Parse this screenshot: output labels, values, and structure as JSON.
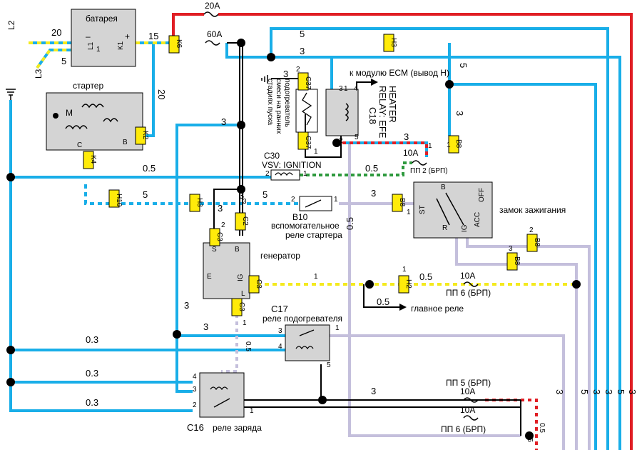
{
  "components": {
    "battery": {
      "label": "батарея",
      "minus": "–",
      "plus": "+",
      "l1": "L1",
      "k1": "K1"
    },
    "starter": {
      "label": "стартер",
      "m": "M",
      "b": "B",
      "c": "C"
    },
    "generator": {
      "label": "генератор",
      "b": "B",
      "s": "S",
      "e": "E",
      "ig": "IG",
      "l": "L"
    },
    "ignition_switch": {
      "label": "замок зажигания",
      "off": "OFF",
      "b": "B",
      "acc": "ACC",
      "ig": "IG",
      "st": "ST",
      "r": "R"
    },
    "relay_heater": {
      "code": "C18",
      "label1": "RELAY: EFE",
      "label2": "HEATER"
    },
    "heater_element": {
      "label1": "подогреватель",
      "label2": "смеси на ранних",
      "label3": "стадиях пуска"
    },
    "vsv": {
      "code": "C30",
      "label": "VSV: IGNITION"
    },
    "aux_starter_relay": {
      "code": "B10",
      "label1": "вспомогательное",
      "label2": "реле стартера"
    },
    "preheat_relay": {
      "code": "C17",
      "label": "реле подогревателя"
    },
    "charge_relay": {
      "code": "C16",
      "label": "реле заряда"
    },
    "main_relay": {
      "label": "главное реле"
    },
    "ecm_note": {
      "label": "к модулю ECM (вывод H)"
    },
    "ground_l2": "L2",
    "ground_l3": "L3"
  },
  "fuses": {
    "f20a": "20A",
    "f60a": "60A",
    "f10a_pp2": "10A",
    "pp2": "ПП 2 (БРП)",
    "f10a_pp6a": "10A",
    "pp6a": "ПП 6 (БРП)",
    "f10a_pp5": "10A",
    "pp5": "ПП 5 (БРП)",
    "f10a_pp6b": "10A",
    "pp6b": "ПП 6 (БРП)"
  },
  "connectors": {
    "k6": "K6",
    "k2": "K2",
    "k4": "K4",
    "h3_top": "H3",
    "b8_switch": "B8",
    "c37_top": "C37",
    "c37_bottom": "C37",
    "h10": "H10",
    "h3_left": "H3",
    "b8_aux": "B8",
    "c2": "C2",
    "c3_s": "C3",
    "c3_ig": "C3",
    "c3_l": "C3",
    "h2": "H2",
    "b8_r1": "B8",
    "b8_r2": "B8"
  },
  "wire_sizes": [
    {
      "id": "w1",
      "text": "20"
    },
    {
      "id": "w2",
      "text": "5"
    },
    {
      "id": "w3",
      "text": "15"
    },
    {
      "id": "w4",
      "text": "20"
    },
    {
      "id": "w5",
      "text": "5"
    },
    {
      "id": "w6",
      "text": "3"
    },
    {
      "id": "w7",
      "text": "3"
    },
    {
      "id": "w8",
      "text": "5"
    },
    {
      "id": "w9",
      "text": "3"
    },
    {
      "id": "w10",
      "text": "0.5"
    },
    {
      "id": "w11",
      "text": "0.5"
    },
    {
      "id": "w12",
      "text": "5"
    },
    {
      "id": "w13",
      "text": "5"
    },
    {
      "id": "w14",
      "text": "3"
    },
    {
      "id": "w15",
      "text": "3"
    },
    {
      "id": "w16",
      "text": "0.5"
    },
    {
      "id": "w17",
      "text": "0.5"
    },
    {
      "id": "w18",
      "text": "0.5"
    },
    {
      "id": "w19",
      "text": "3"
    },
    {
      "id": "w20",
      "text": "0.3"
    },
    {
      "id": "w21",
      "text": "0.3"
    },
    {
      "id": "w22",
      "text": "0.3"
    },
    {
      "id": "w23",
      "text": "3"
    },
    {
      "id": "w24",
      "text": "3"
    },
    {
      "id": "w25",
      "text": "3"
    },
    {
      "id": "w26",
      "text": "0.5"
    },
    {
      "id": "w27",
      "text": "0.5"
    },
    {
      "id": "w28",
      "text": "3"
    },
    {
      "id": "w29",
      "text": "3"
    },
    {
      "id": "w30",
      "text": "5"
    },
    {
      "id": "w31",
      "text": "3"
    },
    {
      "id": "w32",
      "text": "3"
    },
    {
      "id": "w33",
      "text": "5"
    },
    {
      "id": "w34",
      "text": "3"
    },
    {
      "id": "w35",
      "text": "0.5"
    },
    {
      "id": "w36",
      "text": "3"
    }
  ],
  "pin_numbers": {
    "p1": "1",
    "p2": "2",
    "p3": "3",
    "p4": "4",
    "p5": "5",
    "p6": "1",
    "p7": "2",
    "p8": "1",
    "p9": "2",
    "p10": "3",
    "p11": "1",
    "p12": "2",
    "p13": "4",
    "p14": "3",
    "p15": "2",
    "p16": "1",
    "p17": "5",
    "p18": "3",
    "p19": "4",
    "p20": "1",
    "p21": "3",
    "p22": "2",
    "p23": "1",
    "p24": "1",
    "p25": "1",
    "p26": "2",
    "p27": "1",
    "p28": "2",
    "p29": "1",
    "p30": "1",
    "p31": "5",
    "p32": "1"
  },
  "colors": {
    "blue": "#19aee8",
    "red": "#e01e24",
    "yellow": "#f4ea1e",
    "lavender": "#c4bfdc",
    "green": "#2e9a3e",
    "black": "#000000",
    "connector": "#ffeb0a",
    "box": "#d4d4d4"
  }
}
